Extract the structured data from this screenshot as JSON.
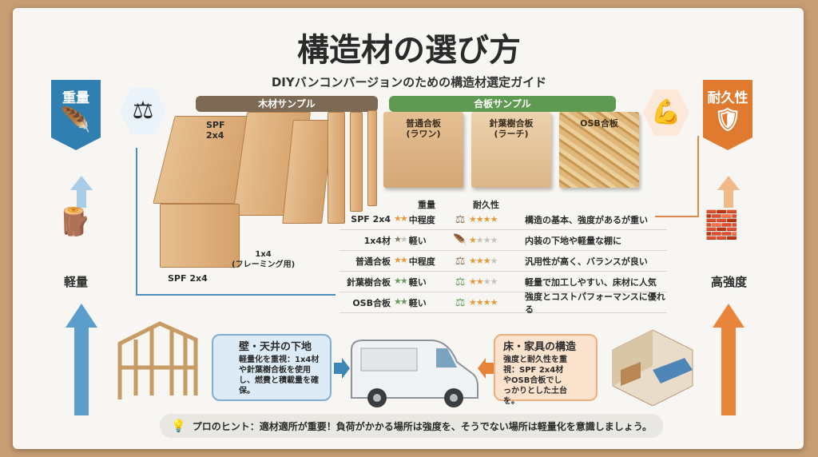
{
  "title": "構造材の選び方",
  "subtitle": "DIYバンコンバージョンのための構造材選定ガイド",
  "left_badge": {
    "label": "重量",
    "bottom_label": "軽量",
    "color": "#2f7fb0"
  },
  "right_badge": {
    "label": "耐久性",
    "bottom_label": "高強度",
    "color": "#e07a2f"
  },
  "lumber_section": {
    "label": "木材サンプル",
    "color": "#7d6a55",
    "items": [
      "SPF\n2x4",
      "1x4\n(フレーミング用)",
      "SPF 2x4"
    ]
  },
  "plywood_section": {
    "label": "合板サンプル",
    "color": "#5f9a53",
    "items": [
      {
        "name": "普通合板",
        "sub": "(ラワン)"
      },
      {
        "name": "針葉樹合板",
        "sub": "(ラーチ)"
      },
      {
        "name": "OSB合板",
        "sub": ""
      }
    ]
  },
  "table": {
    "headers": {
      "weight": "重量",
      "durability": "耐久性"
    },
    "rows": [
      {
        "name": "SPF 2x4",
        "weight_stars": 2,
        "weight": "中程度",
        "weight_icon": "weight-icon",
        "durability_stars": 3.5,
        "desc": "構造の基本、強度があるが重い"
      },
      {
        "name": "1x4材",
        "weight_stars": 1,
        "weight": "軽い",
        "weight_icon": "feather-icon",
        "durability_stars": 1,
        "desc": "内装の下地や軽量な棚に"
      },
      {
        "name": "普通合板",
        "weight_stars": 2,
        "weight": "中程度",
        "weight_icon": "weight-icon",
        "durability_stars": 2.5,
        "desc": "汎用性が高く、バランスが良い"
      },
      {
        "name": "針葉樹合板",
        "weight_stars": 2,
        "weight": "軽い",
        "weight_icon": "weight-icon",
        "durability_stars": 1.5,
        "desc": "軽量で加工しやすい、床材に人気"
      },
      {
        "name": "OSB合板",
        "weight_stars": 2,
        "weight": "軽い",
        "weight_icon": "weight-icon",
        "durability_stars": 3.5,
        "desc": "強度とコストパフォーマンスに優れる"
      }
    ]
  },
  "left_box": {
    "title": "壁・天井の下地",
    "text": "軽量化を重視：1x4材や針葉樹合板を使用し、燃費と積載量を確保。"
  },
  "right_box": {
    "title": "床・家具の構造",
    "text": "強度と耐久性を重視：SPF 2x4材やOSB合板でしっかりとした土台を。"
  },
  "tip": "プロのヒント：適材適所が重要！負荷がかかる場所は強度を、そうでない場所は軽量化を意識しましょう。"
}
